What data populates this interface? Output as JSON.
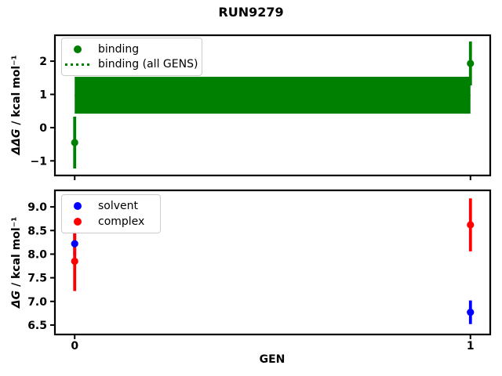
{
  "figure": {
    "title": "RUN9279",
    "xlabel": "GEN",
    "background_color": "#ffffff",
    "text_color": "#000000",
    "spine_color": "#000000"
  },
  "chart_data": [
    {
      "type": "scatter",
      "subplot": "top",
      "ylabel": "ΔΔG / kcal mol⁻¹",
      "ylabel_math": "ΔΔG",
      "ylabel_units": " / kcal mol⁻¹",
      "xlim": [
        -0.05,
        1.05
      ],
      "ylim": [
        -1.44,
        2.78
      ],
      "yticks": [
        2,
        1,
        0,
        -1
      ],
      "ytick_labels": [
        "2",
        "1",
        "0",
        "−1"
      ],
      "xticks": [
        0,
        1
      ],
      "xtick_labels": [],
      "grid": false,
      "legend_position": "upper-left",
      "series": [
        {
          "name": "binding",
          "color": "#008000",
          "marker": "circle",
          "x": [
            0,
            1
          ],
          "y": [
            -0.45,
            1.93
          ],
          "yerr": [
            0.78,
            0.66
          ]
        },
        {
          "name": "binding (all GENS)",
          "color": "#008000",
          "line_style": "dotted",
          "mean": 0.97,
          "band_x": [
            0,
            1
          ],
          "band_low": 0.42,
          "band_high": 1.53
        }
      ],
      "legend": [
        {
          "label": "binding",
          "handle": "filled-circle",
          "color": "#008000"
        },
        {
          "label": "binding (all GENS)",
          "handle": "dotted-line",
          "color": "#008000"
        }
      ]
    },
    {
      "type": "scatter",
      "subplot": "bottom",
      "ylabel": "ΔG / kcal mol⁻¹",
      "ylabel_math": "ΔG",
      "ylabel_units": " / kcal mol⁻¹",
      "xlim": [
        -0.05,
        1.05
      ],
      "ylim": [
        6.3,
        9.35
      ],
      "yticks": [
        9.0,
        8.5,
        8.0,
        7.5,
        7.0,
        6.5
      ],
      "ytick_labels": [
        "9.0",
        "8.5",
        "8.0",
        "7.5",
        "7.0",
        "6.5"
      ],
      "xticks": [
        0,
        1
      ],
      "xtick_labels": [
        "0",
        "1"
      ],
      "grid": false,
      "legend_position": "upper-left",
      "series": [
        {
          "name": "solvent",
          "color": "#0000ff",
          "marker": "circle",
          "x": [
            0,
            1
          ],
          "y": [
            8.22,
            6.77
          ],
          "yerr": [
            0.25,
            0.25
          ]
        },
        {
          "name": "complex",
          "color": "#ff0000",
          "marker": "circle",
          "x": [
            0,
            1
          ],
          "y": [
            7.85,
            8.62
          ],
          "yerr": [
            0.63,
            0.56
          ]
        }
      ],
      "legend": [
        {
          "label": "solvent",
          "handle": "filled-circle",
          "color": "#0000ff"
        },
        {
          "label": "complex",
          "handle": "filled-circle",
          "color": "#ff0000"
        }
      ]
    }
  ]
}
